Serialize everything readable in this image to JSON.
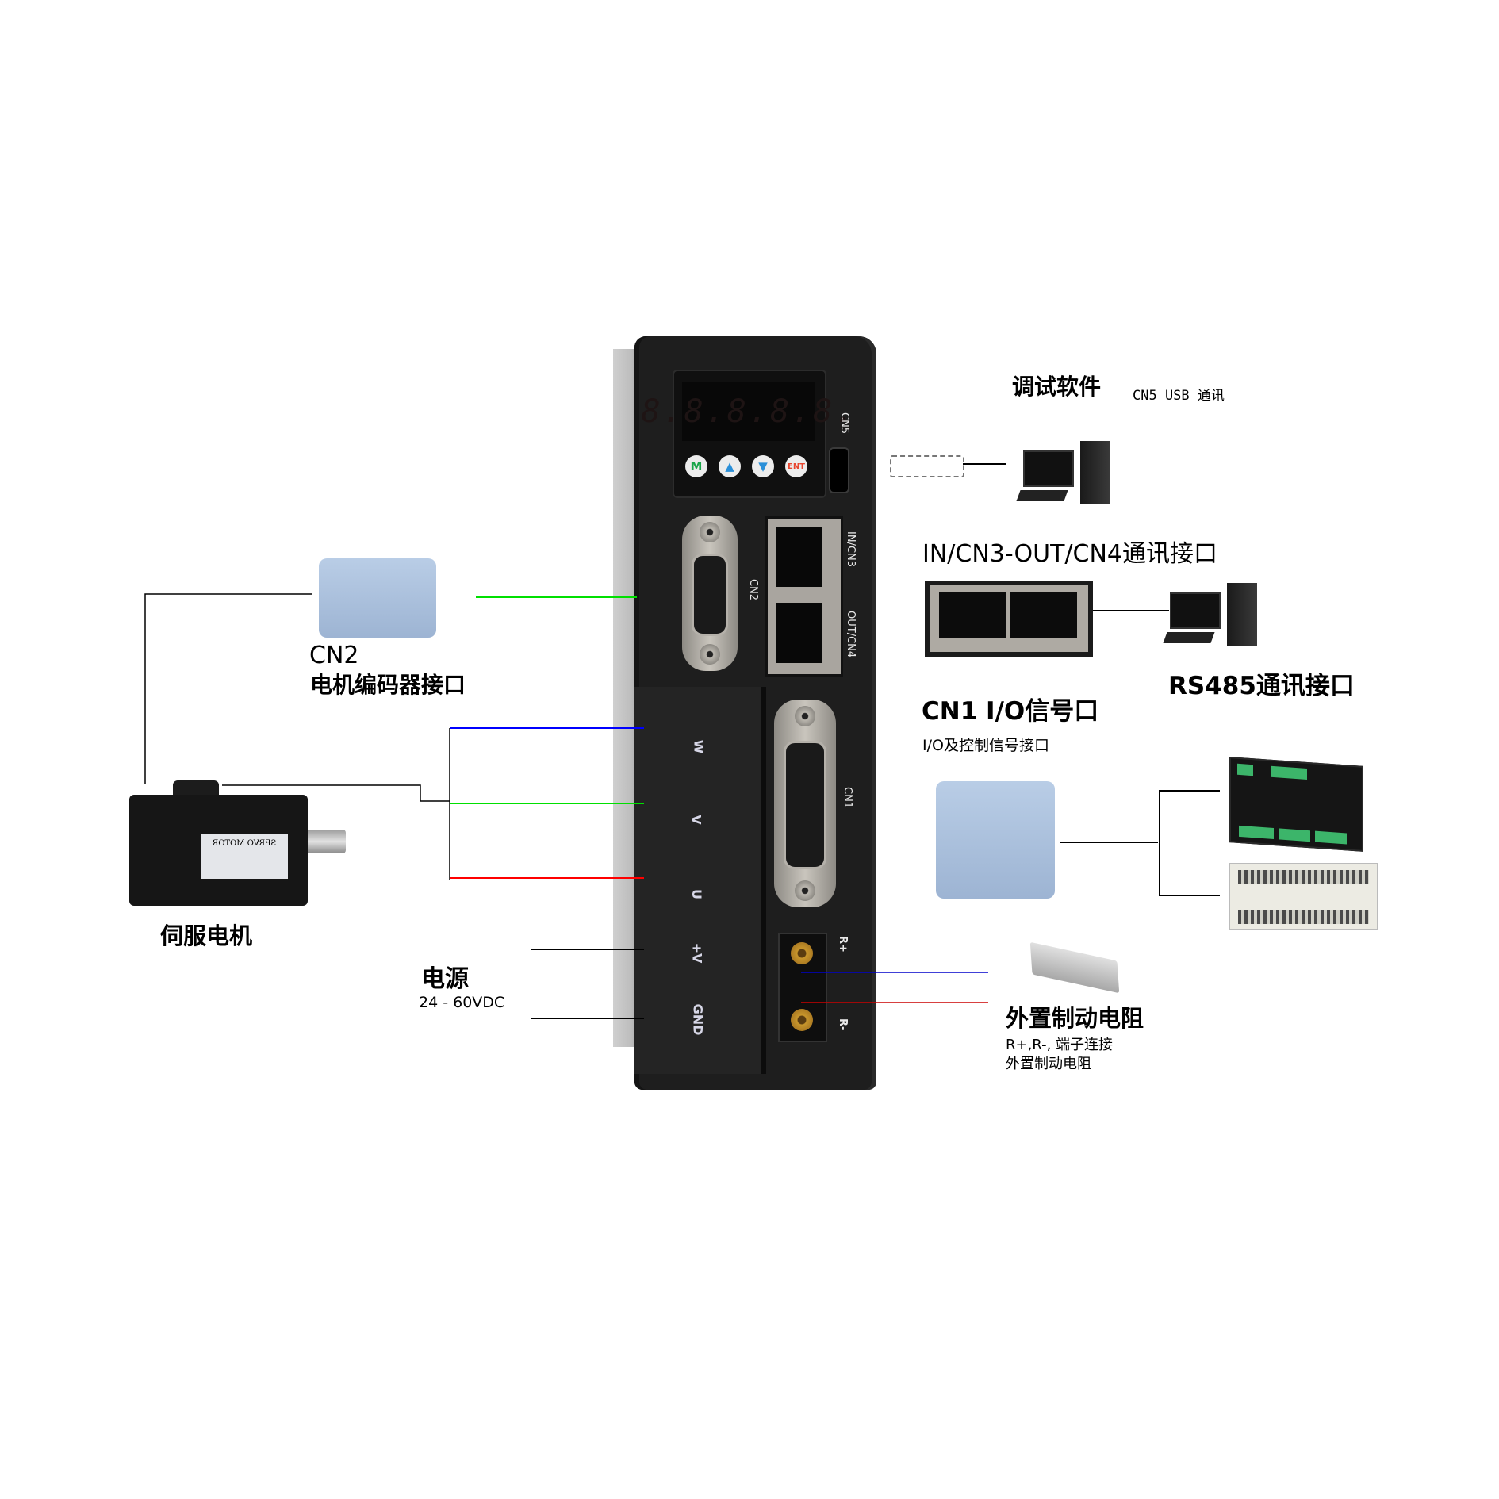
{
  "diagram": {
    "subject": "Servo drive wiring / interface diagram",
    "drive": {
      "display_digits": "8.8.8.8.8.",
      "keys": [
        {
          "id": "m",
          "label": "M",
          "color": "#1aa64a"
        },
        {
          "id": "up",
          "label": "▲",
          "color": "#2a8fd8"
        },
        {
          "id": "down",
          "label": "▼",
          "color": "#2a8fd8"
        },
        {
          "id": "ent",
          "label": "ENT",
          "color": "#e8452e"
        }
      ],
      "port_labels": {
        "cn5": "CN5",
        "cn2": "CN2",
        "in_cn3": "IN/CN3",
        "out_cn4": "OUT/CN4",
        "cn1": "CN1",
        "r_plus": "R+",
        "r_minus": "R-"
      },
      "terminal_labels": [
        "W",
        "V",
        "U",
        "+V",
        "GND"
      ]
    },
    "callouts": {
      "debug": {
        "title": "调试软件",
        "subtitle": "CN5 USB 通讯"
      },
      "comm_port": {
        "title": "IN/CN3-OUT/CN4通讯接口"
      },
      "rs485": {
        "title": "RS485通讯接口"
      },
      "cn1": {
        "title": "CN1  I/O信号口",
        "subtitle": "I/O及控制信号接口"
      },
      "cn2": {
        "title": "CN2",
        "subtitle": "电机编码器接口"
      },
      "motor": {
        "title": "伺服电机"
      },
      "power": {
        "title": "电源",
        "subtitle": "24 - 60VDC"
      },
      "brake": {
        "title": "外置制动电阻",
        "line1": "R+,R-, 端子连接",
        "line2": "外置制动电阻"
      }
    },
    "wire_colors": {
      "w_phase": "#0000ff",
      "v_phase": "#00e000",
      "u_phase": "#ff0000",
      "encoder": "#00e000",
      "r_plus": "#0000cc",
      "r_minus": "#cc0000",
      "generic": "#000000"
    },
    "motor_nameplate": {
      "line1": "SERVO MOTOR"
    }
  }
}
